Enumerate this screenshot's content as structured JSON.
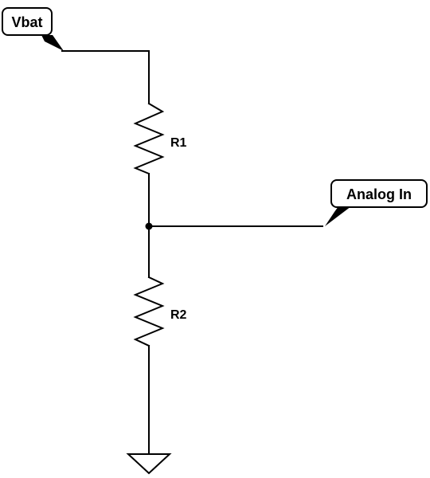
{
  "net_labels": {
    "vbat": "Vbat",
    "analog_in": "Analog In"
  },
  "components": {
    "r1": {
      "ref": "R1",
      "type": "resistor"
    },
    "r2": {
      "ref": "R2",
      "type": "resistor"
    }
  },
  "symbols": {
    "junction": "junction-dot",
    "ground": "ground-symbol"
  },
  "colors": {
    "stroke": "#000000",
    "background": "#ffffff"
  }
}
